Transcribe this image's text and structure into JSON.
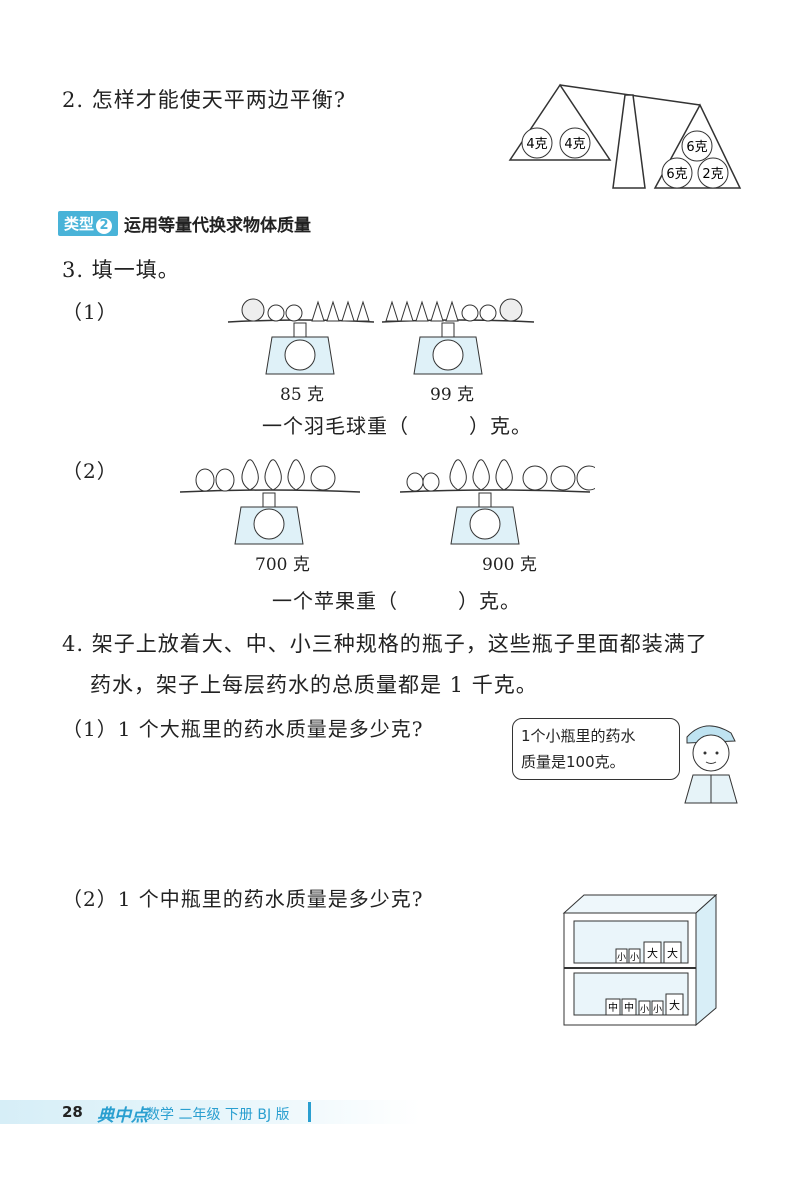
{
  "q2": {
    "text": "2. 怎样才能使天平两边平衡?"
  },
  "balance2": {
    "left": [
      "4克",
      "4克"
    ],
    "right_top": "6克",
    "right_bottom": [
      "6克",
      "2克"
    ]
  },
  "type_section": {
    "tag": "类型",
    "number": "2",
    "title": "运用等量代换求物体质量"
  },
  "q3": {
    "text": "3. 填一填。",
    "part1": {
      "label": "（1）",
      "scale_left": "85 克",
      "scale_right": "99 克",
      "answer_before": "一个羽毛球重（",
      "answer_after": "）克。"
    },
    "part2": {
      "label": "（2）",
      "scale_left": "700 克",
      "scale_right": "900 克",
      "answer_before": "一个苹果重（",
      "answer_after": "）克。"
    }
  },
  "q4": {
    "line1": "4. 架子上放着大、中、小三种规格的瓶子，这些瓶子里面都装满了",
    "line2": "药水，架子上每层药水的总质量都是 1 千克。",
    "part1": "（1）1 个大瓶里的药水质量是多少克?",
    "part2": "（2）1 个中瓶里的药水质量是多少克?",
    "bubble_line1": "1个小瓶里的药水",
    "bubble_line2": "质量是100克。",
    "shelf_top": [
      "小",
      "小",
      "大",
      "大"
    ],
    "shelf_bottom": [
      "中",
      "中",
      "小",
      "小",
      "大"
    ]
  },
  "footer": {
    "page": "28",
    "brand": "典中点",
    "book": "数学 二年级 下册 BJ 版"
  },
  "colors": {
    "accent": "#49b3d8",
    "footer_blue": "#2a9fd0"
  }
}
